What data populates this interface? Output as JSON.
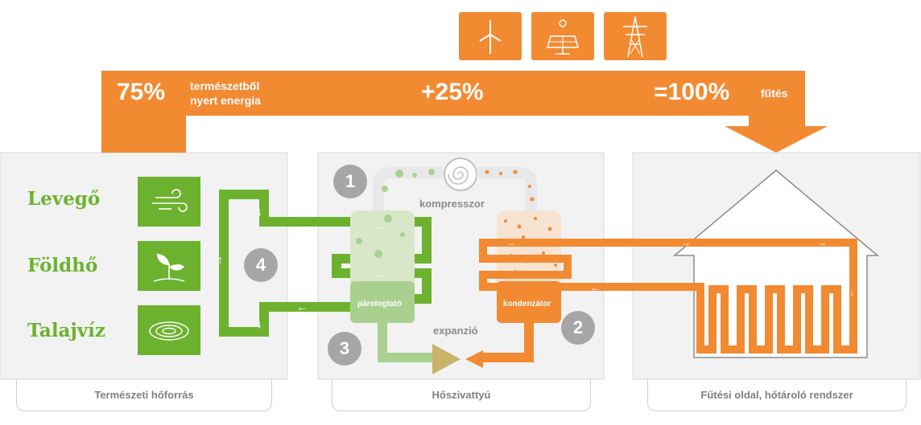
{
  "energy_band": {
    "natural_percent": "75%",
    "natural_text_line1": "természetből",
    "natural_text_line2": "nyert energia",
    "added_percent": "+25%",
    "total_percent": "=100%",
    "total_text": "fűtés"
  },
  "power_sources": [
    {
      "icon": "wind-turbine-icon"
    },
    {
      "icon": "solar-panel-icon"
    },
    {
      "icon": "power-pylon-icon"
    }
  ],
  "natural_sources": {
    "items": [
      {
        "label": "Levegő",
        "icon": "wind-icon"
      },
      {
        "label": "Földhő",
        "icon": "sprout-icon"
      },
      {
        "label": "Talajvíz",
        "icon": "water-ripple-icon"
      }
    ],
    "caption": "Természeti hőforrás"
  },
  "heat_pump": {
    "steps": [
      "1",
      "2",
      "3",
      "4"
    ],
    "compressor_label": "kompresszor",
    "evaporator_label": "párologtató",
    "condenser_label": "kondenzátor",
    "expansion_label": "expanzió",
    "caption": "Hőszivattyú"
  },
  "heating_side": {
    "caption": "Fűtési oldal, hőtároló rendszer"
  },
  "colors": {
    "green": "#6db22e",
    "light_green": "#a9d08e",
    "orange": "#f28a32",
    "grey": "#a6a6a6",
    "panel": "#f2f2f2"
  }
}
